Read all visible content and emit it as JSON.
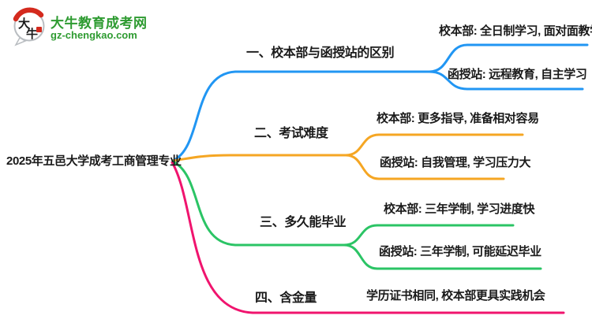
{
  "colors": {
    "blue": "#2196F3",
    "orange": "#F5A623",
    "green": "#2BC465",
    "pink": "#F0146E",
    "logo_green": "#2E9B31",
    "logo_red": "#D42A1E",
    "logo_outline": "#B9BDC1",
    "text": "#1A1A1A"
  },
  "logo": {
    "badge_char_1": "大",
    "badge_char_2": "牛",
    "title": "大牛教育成考网",
    "url": "gz-chengkao.com"
  },
  "root": {
    "label": "2025年五邑大学成考工商管理专业"
  },
  "branches": [
    {
      "label": "一、校本部与函授站的区别",
      "color": "#2196F3",
      "children": [
        "校本部: 全日制学习, 面对面教学",
        "函授站: 远程教育, 自主学习"
      ]
    },
    {
      "label": "二、考试难度",
      "color": "#F5A623",
      "children": [
        "校本部: 更多指导, 准备相对容易",
        "函授站: 自我管理, 学习压力大"
      ]
    },
    {
      "label": "三、多久能毕业",
      "color": "#2BC465",
      "children": [
        "校本部: 三年学制, 学习进度快",
        "函授站: 三年学制, 可能延迟毕业"
      ]
    },
    {
      "label": "四、含金量",
      "color": "#F0146E",
      "children": [
        "学历证书相同, 校本部更具实践机会"
      ]
    }
  ]
}
